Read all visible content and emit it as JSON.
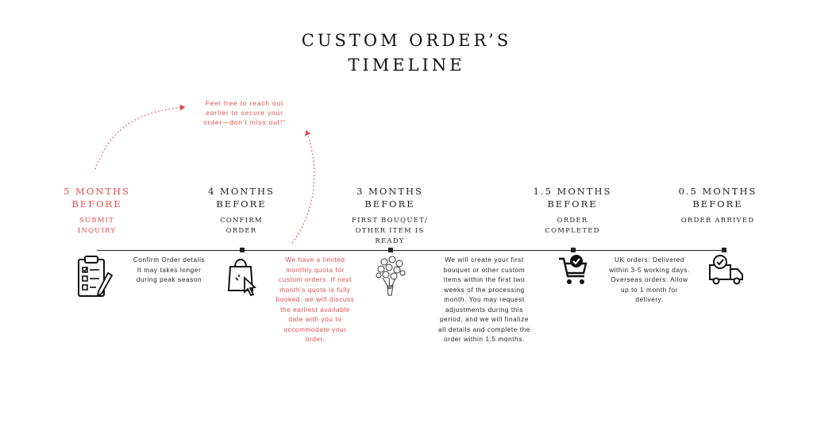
{
  "title": {
    "line1": "CUSTOM ORDER’S",
    "line2": "TIMELINE"
  },
  "note": {
    "lines": [
      "Feel free to reach out",
      "earlier to secure your",
      "order—don’t miss out!\""
    ]
  },
  "colors": {
    "accent": "#e44c4c",
    "text": "#222222"
  },
  "stages": [
    {
      "when": [
        "5 MONTHS",
        "BEFORE"
      ],
      "label": [
        "SUBMIT",
        "INQUIRY"
      ],
      "icon": "checklist-icon",
      "desc": [
        "Confirm Order details",
        "It may takes longer",
        "during peak season"
      ]
    },
    {
      "when": [
        "4 MONTHS",
        "BEFORE"
      ],
      "label": [
        "CONFIRM",
        "ORDER"
      ],
      "icon": "shopping-bag-cursor-icon",
      "desc": [
        "We have a limited",
        "monthly quota for",
        "custom orders. If next",
        "month’s quota is fully",
        "booked, we will discuss",
        "the earliest available",
        "date with you to",
        "accommodate your",
        "order."
      ]
    },
    {
      "when": [
        "3 MONTHS",
        "BEFORE"
      ],
      "label": [
        "FIRST BOUQUET/",
        "OTHER ITEM IS",
        "READY"
      ],
      "icon": "bouquet-icon",
      "desc": [
        "We will create your first",
        "bouquet or other custom",
        "items within the first two",
        "weeks of the processing",
        "month. You may request",
        "adjustments during this",
        "period, and we will finalize",
        "all details and complete the",
        "order within 1.5 months."
      ]
    },
    {
      "when": [
        "1.5 MONTHS",
        "BEFORE"
      ],
      "label": [
        "ORDER",
        "COMPLETED"
      ],
      "icon": "cart-check-icon",
      "desc": [
        "UK orders: Delivered",
        "within 3-5 working days.",
        "Overseas orders: Allow",
        "up to 1 month for",
        "delivery."
      ]
    },
    {
      "when": [
        "0.5 MONTHS",
        "BEFORE"
      ],
      "label": [
        "ORDER ARRIVED"
      ],
      "icon": "delivery-truck-icon",
      "desc": []
    }
  ]
}
